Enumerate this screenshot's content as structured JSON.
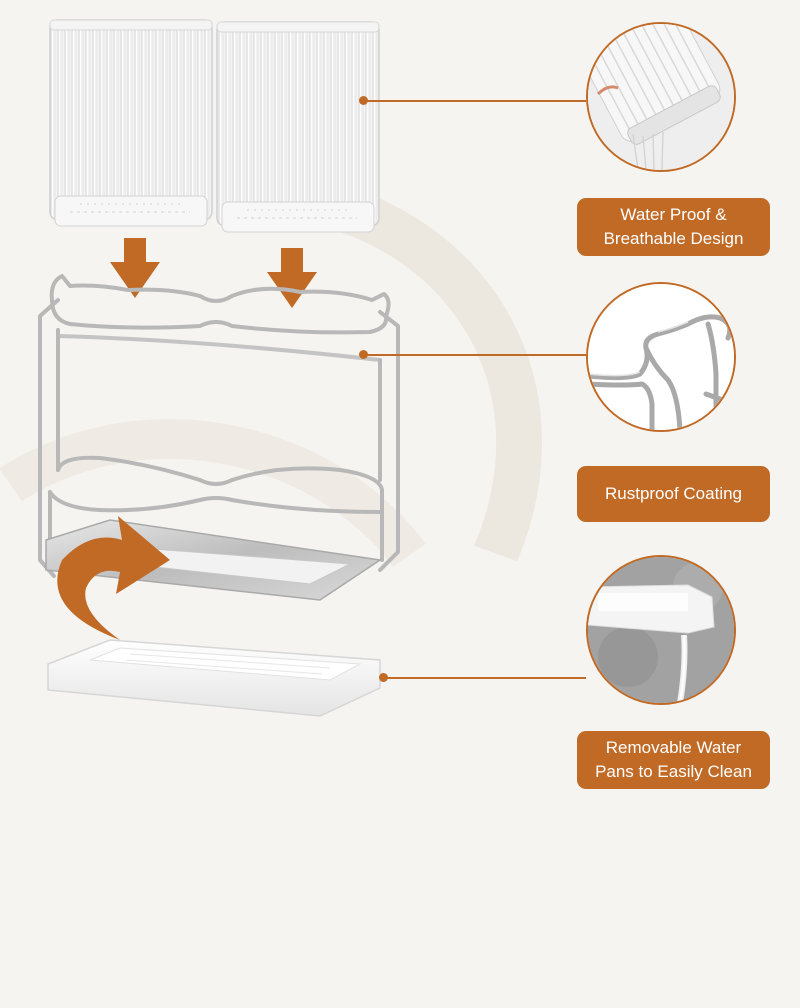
{
  "colors": {
    "accent": "#c06a26",
    "background": "#f6f4f0",
    "steel": "#b8b8b8",
    "label_text": "#ffffff"
  },
  "features": [
    {
      "id": "water-proof",
      "lines": [
        "Water Proof &",
        "Breathable Design"
      ],
      "detail_image": "cup-bottom-draining-water"
    },
    {
      "id": "rustproof",
      "lines": [
        "Rustproof Coating"
      ],
      "detail_image": "steel-wire-hook-closeup"
    },
    {
      "id": "water-pan",
      "lines": [
        "Removable Water",
        "Pans to Easily Clean"
      ],
      "detail_image": "white-tray-water-pouring"
    }
  ],
  "icons": {
    "down_arrow": "down-arrow-icon",
    "curved_arrow": "curved-arrow-icon"
  }
}
